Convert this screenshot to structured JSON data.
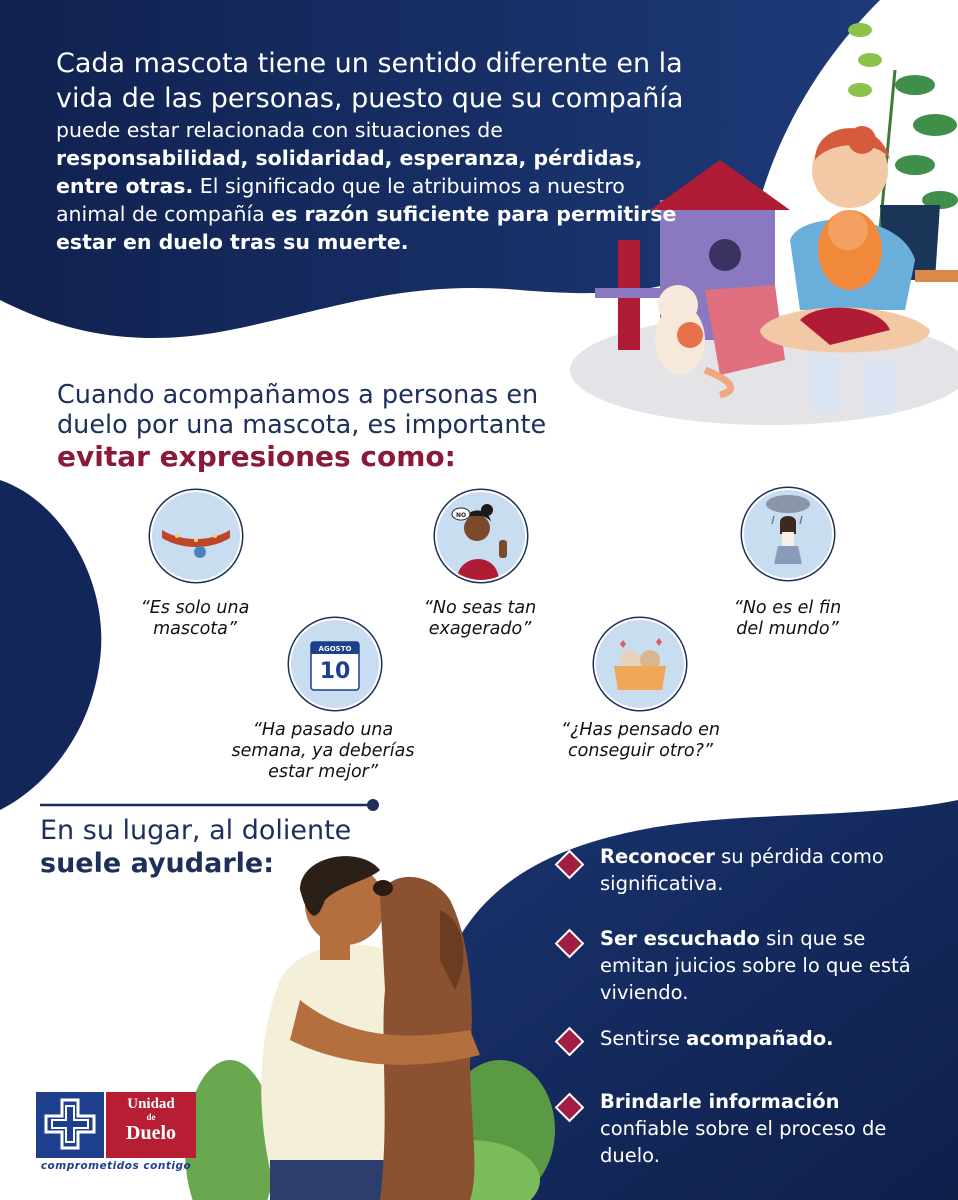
{
  "intro": {
    "line1": "Cada mascota tiene un sentido diferente en la",
    "line2": "vida de las personas, puesto que su compañía",
    "line3": "puede estar relacionada con situaciones de",
    "line4_bold": "responsabilidad, solidaridad, esperanza, pérdidas,",
    "line5_bold": "entre otras.",
    "line5_rest": " El significado que le atribuimos a nuestro",
    "line6": "animal de compañía ",
    "line6_bold": "es razón suficiente para permitirse",
    "line7_bold": "estar en duelo tras su muerte."
  },
  "avoid": {
    "line1": "Cuando acompañamos a personas en",
    "line2": "duelo por una mascota, es importante",
    "emphasis": "evitar expresiones como:"
  },
  "expressions": [
    {
      "icon": "dog-collar-icon",
      "text": "“Es solo una\nmascota”"
    },
    {
      "icon": "woman-saying-no-icon",
      "text": "“No seas tan\nexagerado”"
    },
    {
      "icon": "sad-woman-rain-icon",
      "text": "“No es el fin\ndel mundo”"
    },
    {
      "icon": "calendar-icon",
      "text": "“Ha pasado una\nsemana, ya deberías\nestar mejor”"
    },
    {
      "icon": "puppies-box-icon",
      "text": "“¿Has pensado en\nconseguir otro?”"
    }
  ],
  "calendar": {
    "month": "AGOSTO",
    "day": "10"
  },
  "instead": {
    "line1": "En su lugar, al doliente",
    "line2": "suele ayudarle:"
  },
  "helps": [
    {
      "bold": "Reconocer",
      "rest": " su pérdida como significativa."
    },
    {
      "bold": "Ser escuchado",
      "rest": " sin que se emitan juicios sobre lo que está viviendo."
    },
    {
      "pre": "Sentirse ",
      "bold": "acompañado."
    },
    {
      "bold": "Brindarle información",
      "rest": " confiable sobre el proceso de duelo."
    }
  ],
  "logo": {
    "line1": "Unidad",
    "line2": "de",
    "line3": "Duelo",
    "tagline": "comprometidos contigo"
  },
  "colors": {
    "navy": "#0f2350",
    "accent": "#8a1a3a",
    "diamond": "#a01d43"
  }
}
